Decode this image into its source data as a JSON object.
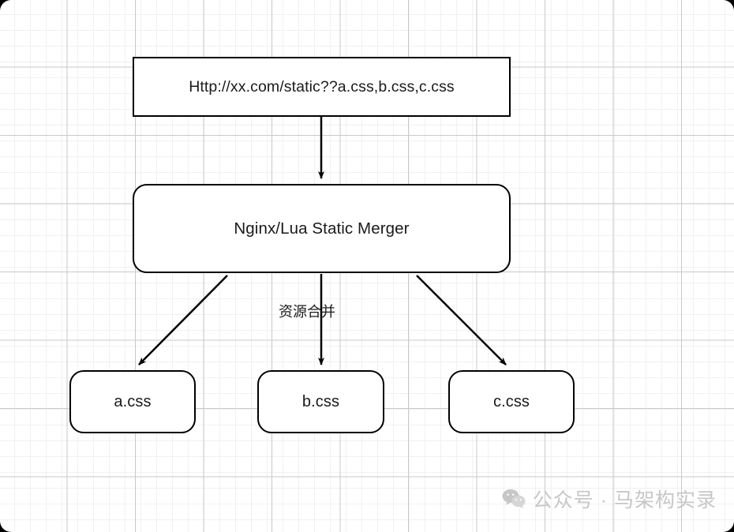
{
  "diagram": {
    "title_text": "Http://xx.com/static??a.css,b.css,c.css",
    "nodes": [
      {
        "id": "request",
        "label": "Http://xx.com/static??a.css,b.css,c.css",
        "shape": "rectangle"
      },
      {
        "id": "merger",
        "label": "Nginx/Lua Static Merger",
        "shape": "rounded-rectangle"
      },
      {
        "id": "a",
        "label": "a.css",
        "shape": "rounded-rectangle"
      },
      {
        "id": "b",
        "label": "b.css",
        "shape": "rounded-rectangle"
      },
      {
        "id": "c",
        "label": "c.css",
        "shape": "rounded-rectangle"
      }
    ],
    "edges": [
      {
        "from": "request",
        "to": "merger",
        "label": ""
      },
      {
        "from": "merger",
        "to": "a",
        "label": ""
      },
      {
        "from": "merger",
        "to": "b",
        "label": "资源合并"
      },
      {
        "from": "merger",
        "to": "c",
        "label": ""
      }
    ],
    "edge_labels": {
      "merge": "资源合并"
    },
    "colors": {
      "node_stroke": "#000000",
      "node_fill": "#ffffff",
      "edge_stroke": "#000000",
      "text": "#1a1a1a",
      "grid_minor": "#f1f1f1",
      "grid_major": "#c9c9c9",
      "canvas": "#ffffff",
      "watermark": "#c7c7c7"
    }
  },
  "watermark": {
    "icon": "wechat-icon",
    "text": "公众号 · 马架构实录"
  }
}
